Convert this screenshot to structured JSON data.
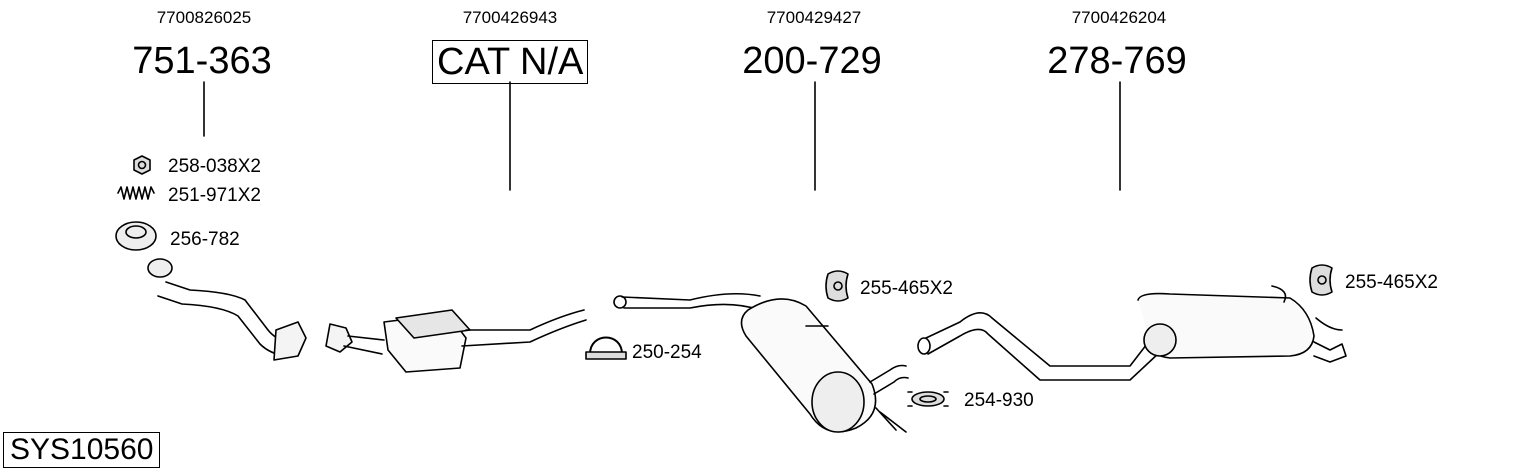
{
  "assemblies": [
    {
      "oem": "7700826025",
      "part": "751-363"
    },
    {
      "oem": "7700426943",
      "part": "CAT N/A"
    },
    {
      "oem": "7700429427",
      "part": "200-729"
    },
    {
      "oem": "7700426204",
      "part": "278-769"
    }
  ],
  "fittings": [
    {
      "label": "258-038X2",
      "icon": "nut-icon"
    },
    {
      "label": "251-971X2",
      "icon": "spring-icon"
    },
    {
      "label": "256-782",
      "icon": "gasket-ring-icon"
    },
    {
      "label": "250-254",
      "icon": "clamp-icon"
    },
    {
      "label": "255-465X2",
      "icon": "rubber-hanger-icon"
    },
    {
      "label": "254-930",
      "icon": "flange-clamp-icon"
    },
    {
      "label": "255-465X2",
      "icon": "rubber-hanger-icon"
    }
  ],
  "system_code": "SYS10560"
}
